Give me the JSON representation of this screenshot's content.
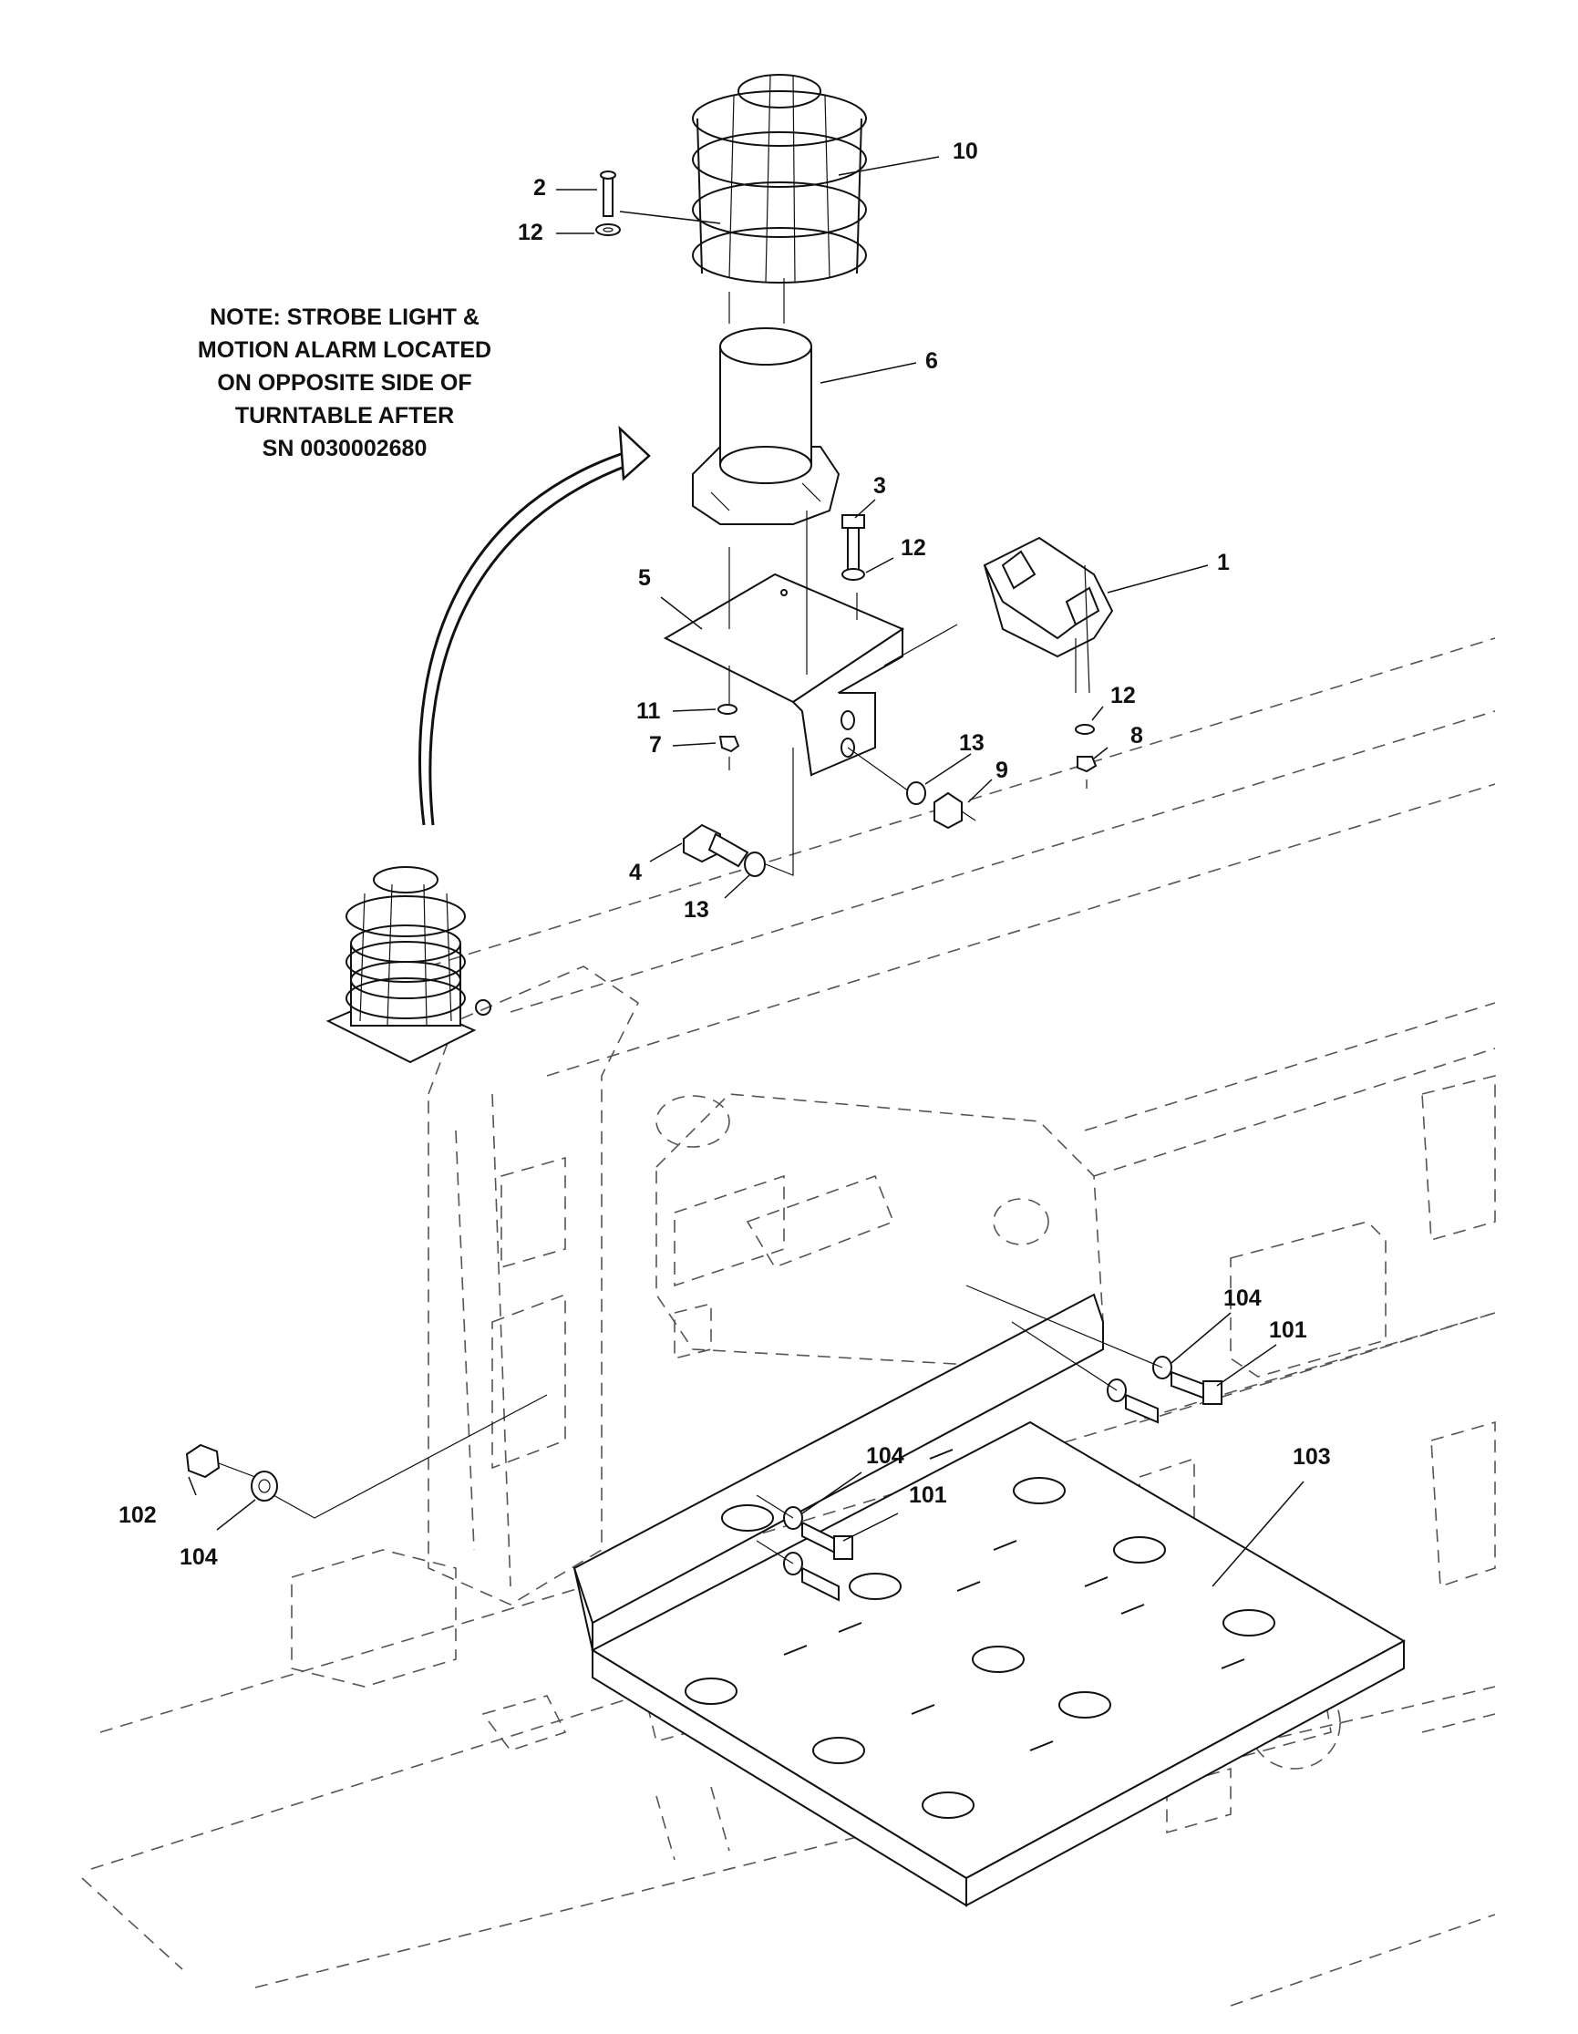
{
  "note": {
    "lines": [
      "NOTE: STROBE LIGHT &",
      "MOTION ALARM LOCATED",
      "ON OPPOSITE SIDE OF",
      "TURNTABLE AFTER",
      "SN 0030002680"
    ]
  },
  "callouts": [
    {
      "id": "c-10",
      "label": "10"
    },
    {
      "id": "c-2",
      "label": "2"
    },
    {
      "id": "c-12a",
      "label": "12"
    },
    {
      "id": "c-6",
      "label": "6"
    },
    {
      "id": "c-3",
      "label": "3"
    },
    {
      "id": "c-12b",
      "label": "12"
    },
    {
      "id": "c-1",
      "label": "1"
    },
    {
      "id": "c-5",
      "label": "5"
    },
    {
      "id": "c-11",
      "label": "11"
    },
    {
      "id": "c-7",
      "label": "7"
    },
    {
      "id": "c-13a",
      "label": "13"
    },
    {
      "id": "c-9",
      "label": "9"
    },
    {
      "id": "c-12c",
      "label": "12"
    },
    {
      "id": "c-8",
      "label": "8"
    },
    {
      "id": "c-4",
      "label": "4"
    },
    {
      "id": "c-13b",
      "label": "13"
    },
    {
      "id": "c-104a",
      "label": "104"
    },
    {
      "id": "c-101a",
      "label": "101"
    },
    {
      "id": "c-103",
      "label": "103"
    },
    {
      "id": "c-104b",
      "label": "104"
    },
    {
      "id": "c-101b",
      "label": "101"
    },
    {
      "id": "c-102",
      "label": "102"
    },
    {
      "id": "c-104c",
      "label": "104"
    }
  ]
}
